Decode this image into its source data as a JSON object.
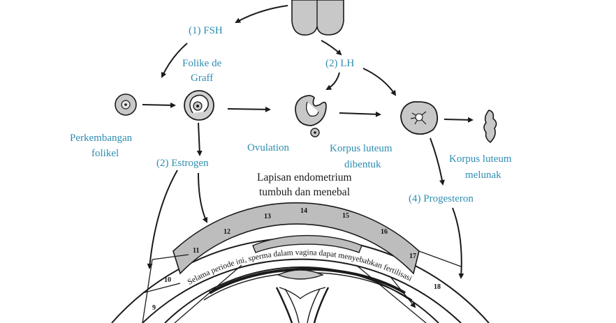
{
  "labels": {
    "fsh": "(1) FSH",
    "folike": [
      "Folike de",
      "Graff"
    ],
    "lh": "(2) LH",
    "perkembangan": [
      "Perkembangan",
      "folikel"
    ],
    "estrogen": "(2) Estrogen",
    "ovulation": "Ovulation",
    "korpus_dibentuk": [
      "Korpus luteum",
      "dibentuk"
    ],
    "korpus_melunak": [
      "Korpus luteum",
      "melunak"
    ],
    "lapisan": [
      "Lapisan endometrium",
      "tumbuh dan menebal"
    ],
    "progesteron": "(4) Progesteron",
    "arc_text": "Selama periode ini, sperma dalam vagina dapat menyebabkan fertilisasi"
  },
  "cycle_days": [
    "9",
    "10",
    "11",
    "12",
    "13",
    "14",
    "15",
    "16",
    "17",
    "18"
  ],
  "colors": {
    "label_blue": "#2e8db1",
    "ink": "#1a1a1a",
    "band_fill": "#bdbdbd",
    "gland_fill": "#c8c8c8"
  }
}
